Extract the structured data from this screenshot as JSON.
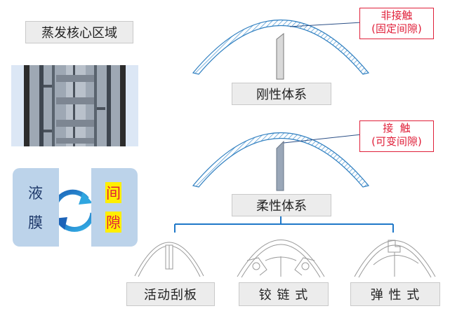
{
  "core_title": "蒸发核心区域",
  "rigid": {
    "label": "刚性体系",
    "callout_line1": "非接触",
    "callout_line2": "(固定间隙)"
  },
  "flexible": {
    "label": "柔性体系",
    "callout_line1": "接  触",
    "callout_line2": "(可变间隙)"
  },
  "cycle": {
    "left_chars": [
      "液",
      "膜"
    ],
    "right_chars": [
      "间",
      "隙"
    ]
  },
  "subtypes": [
    "活动刮板",
    "铰 链 式",
    "弹 性 式"
  ],
  "colors": {
    "arc_stroke": "#2f7fc0",
    "bracket": "#1f78c8",
    "callout_red": "#e0203a",
    "panel_blue": "#bcd3ea"
  }
}
